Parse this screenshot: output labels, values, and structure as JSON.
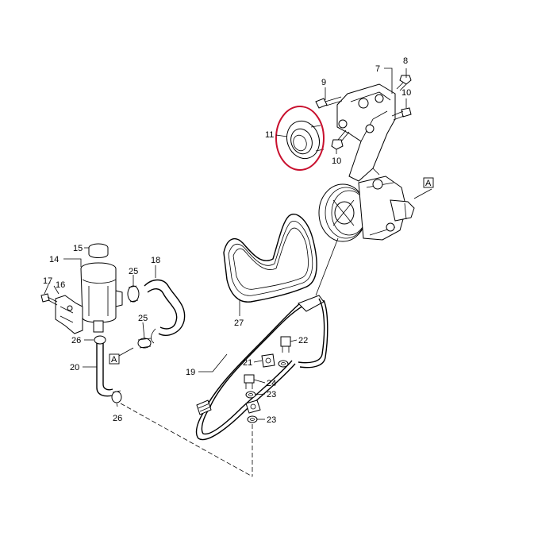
{
  "labels": {
    "l7": "7",
    "l8": "8",
    "l9": "9",
    "l10a": "10",
    "l10b": "10",
    "l11": "11",
    "l14": "14",
    "l15": "15",
    "l16": "16",
    "l17": "17",
    "l18": "18",
    "l19": "19",
    "l20": "20",
    "l21": "21",
    "l22": "22",
    "l23a": "23",
    "l23b": "23",
    "l24": "24",
    "l25a": "25",
    "l25b": "25",
    "l26a": "26",
    "l26b": "26",
    "l27": "27",
    "refA1": "A",
    "refA2": "A"
  },
  "highlight": {
    "color": "#c8102e"
  }
}
